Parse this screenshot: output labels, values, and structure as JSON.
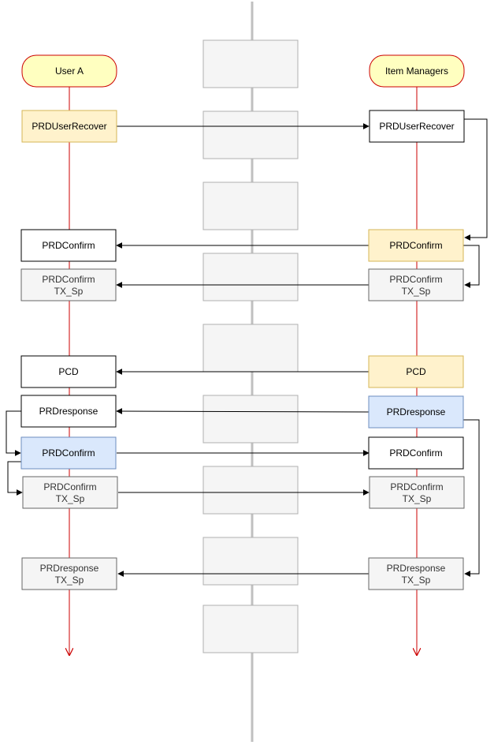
{
  "actors": {
    "user_a": "User A",
    "item_managers": "Item Managers"
  },
  "left": {
    "prd_user_recover": "PRDUserRecover",
    "prd_confirm": "PRDConfirm",
    "prd_confirm_tx": [
      "PRDConfirm",
      "TX_Sp"
    ],
    "pcd": "PCD",
    "prd_response": "PRDresponse",
    "prd_confirm_2": "PRDConfirm",
    "prd_confirm_tx_2": [
      "PRDConfirm",
      "TX_Sp"
    ],
    "prd_response_tx": [
      "PRDresponse",
      "TX_Sp"
    ]
  },
  "right": {
    "prd_user_recover": "PRDUserRecover",
    "prd_confirm": "PRDConfirm",
    "prd_confirm_tx": [
      "PRDConfirm",
      "TX_Sp"
    ],
    "pcd": "PCD",
    "prd_response": "PRDresponse",
    "prd_confirm_2": "PRDConfirm",
    "prd_confirm_tx_2": [
      "PRDConfirm",
      "TX_Sp"
    ],
    "prd_response_tx": [
      "PRDresponse",
      "TX_Sp"
    ]
  },
  "colors": {
    "lifeline": "#cc0000",
    "actor_fill": "#ffffc0",
    "actor_stroke": "#cc0000",
    "yellow_fill": "#fff2cc",
    "yellow_stroke": "#d6b656",
    "blue_fill": "#dae8fc",
    "blue_stroke": "#6c8ebf",
    "gray_fill": "#f5f5f5",
    "gray_stroke": "#666666",
    "center_line": "#c0c0c0"
  }
}
